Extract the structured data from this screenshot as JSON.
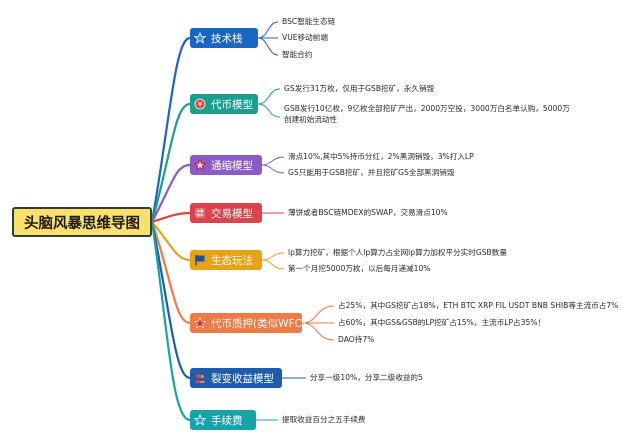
{
  "root": {
    "title": "头脑风暴思维导图"
  },
  "branches": [
    {
      "label": "技术栈",
      "color": "#1a66c4",
      "icon": "star-icon",
      "leaves": [
        "BSC智能生态链",
        "VUE移动前端",
        "智能合约"
      ]
    },
    {
      "label": "代币模型",
      "color": "#1a9f8f",
      "icon": "money-icon",
      "leaves": [
        "GS发行31万枚，仅用于GSB挖矿，永久销毁",
        "GSB发行10亿枚，9亿枚全部挖矿产出，2000万空投，3000万白名单认购，5000万创建初始流动性"
      ]
    },
    {
      "label": "通缩模型",
      "color": "#8a5cc8",
      "icon": "star-icon",
      "leaves": [
        "滑点10%,其中5%持币分红，2%黑洞销毁，3%打入LP",
        "GS只能用于GSB挖矿，并且挖矿GS全部黑洞销毁"
      ]
    },
    {
      "label": "交易模型",
      "color": "#d9454a",
      "icon": "swap-icon",
      "leaves": [
        "薄饼或者BSC链MDEX的SWAP，交易滑点10%"
      ]
    },
    {
      "label": "生态玩法",
      "color": "#e7a317",
      "icon": "flag-icon",
      "leaves": [
        "lp算力挖矿，根据个人lp算力占全网lp算力加权平分实时GSB数量",
        "第一个月挖5000万枚，以后每月递减10%"
      ]
    },
    {
      "label": "代币质押(类似WFC)",
      "color": "#ee7a45",
      "icon": "star-icon",
      "leaves": [
        "占25%，其中GS挖矿占18%，ETH BTC XRP FIL USDT BNB SHIB等主流币占7%",
        "占60%，其中GS&GSB的LP挖矿占15%，主流币LP占35%！",
        "DAO持7%"
      ]
    },
    {
      "label": "裂变收益模型",
      "color": "#1f5cae",
      "icon": "people-icon",
      "leaves": [
        "分享一级10%，分享二级收益的5"
      ]
    },
    {
      "label": "手续费",
      "color": "#17a4a8",
      "icon": "star-icon",
      "leaves": [
        "提取收益百分之五手续费"
      ]
    }
  ]
}
